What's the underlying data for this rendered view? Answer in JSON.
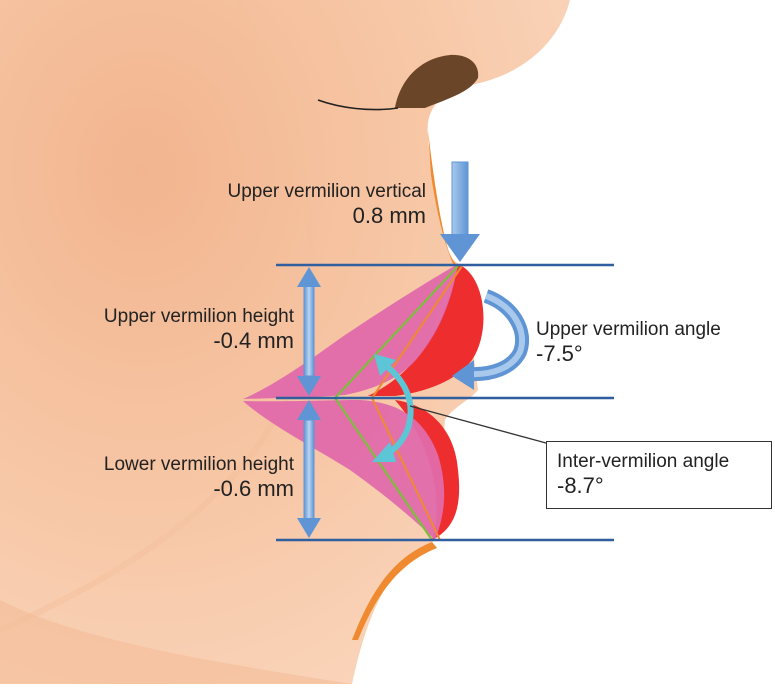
{
  "labels": {
    "upper_vertical": {
      "name": "Upper vermilion vertical",
      "value": "0.8 mm"
    },
    "upper_height": {
      "name": "Upper vermilion height",
      "value": "-0.4 mm"
    },
    "lower_height": {
      "name": "Lower vermilion height",
      "value": "-0.6 mm"
    },
    "upper_angle": {
      "name": "Upper vermilion angle",
      "value": "-7.5°"
    },
    "inter_angle": {
      "name": "Inter-vermilion angle",
      "value": "-8.7°"
    }
  },
  "colors": {
    "skin": "#f8cba9",
    "skin_dark": "#f0b088",
    "lip_pink": "#e06aaa",
    "lip_red": "#ee2e2e",
    "orange": "#ef8a30",
    "green": "#7cbf3c",
    "guide_line": "#2f5f9e",
    "arrow_blue": "#5f95d4",
    "arrow_cyan": "#5cc6d6",
    "nostril": "#6b4528"
  }
}
